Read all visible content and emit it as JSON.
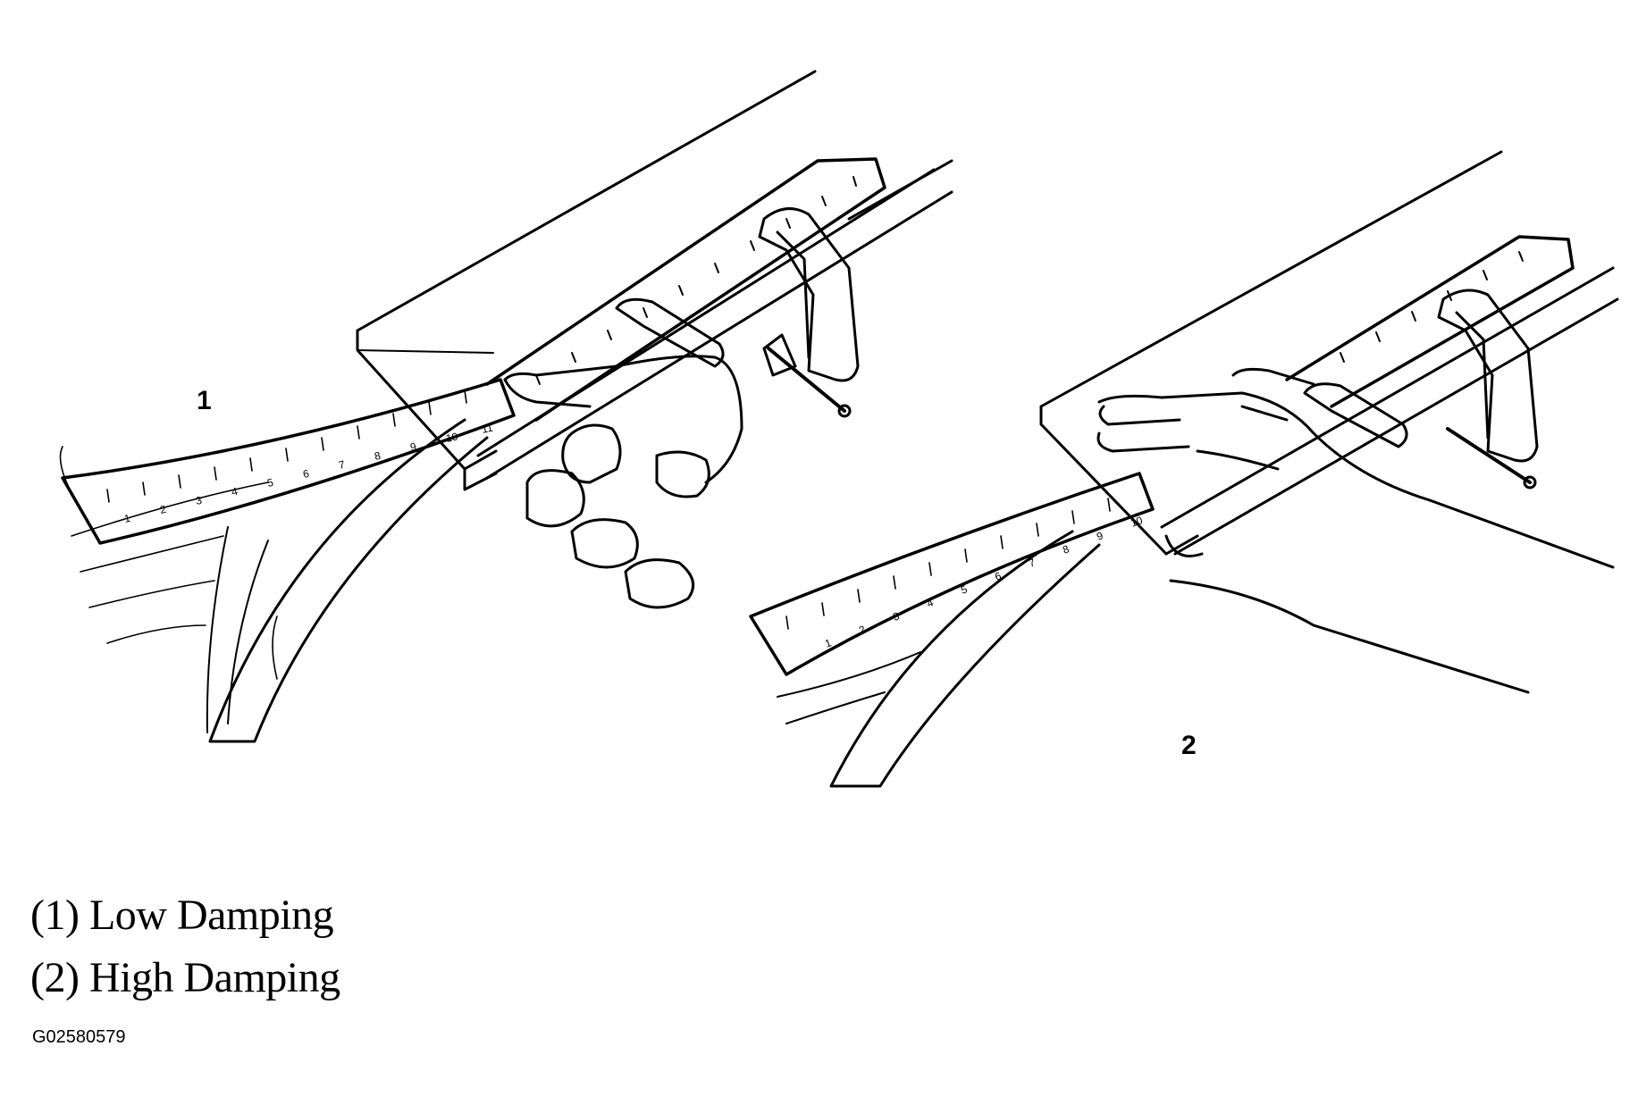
{
  "figure": {
    "callouts": [
      "1",
      "2"
    ],
    "legend": [
      {
        "label": "(1) Low Damping"
      },
      {
        "label": "(2) High Damping"
      }
    ],
    "figure_id": "G02580579",
    "ruler_ticks_left": [
      "1",
      "2",
      "3",
      "4",
      "5",
      "6",
      "7",
      "8",
      "9",
      "10",
      "11"
    ],
    "ruler_ticks_right": [
      "1",
      "2",
      "3",
      "4",
      "5",
      "6",
      "7",
      "8",
      "9",
      "10"
    ],
    "line_color": "#000000",
    "background_color": "#ffffff"
  }
}
